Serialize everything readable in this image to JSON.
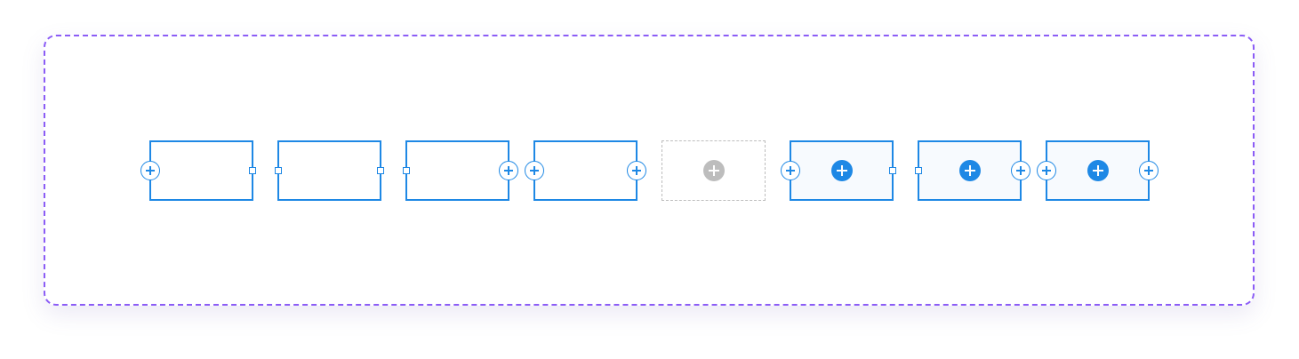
{
  "colors": {
    "frame_border": "#8b5cf6",
    "node_border": "#1e88e5",
    "placeholder_border": "#bdbdbd",
    "center_plus_active": "#1e88e5",
    "center_plus_disabled": "#bdbdbd"
  },
  "nodes": [
    {
      "id": "node-1",
      "left_port": "plus-circle-icon",
      "right_port": "square-handle-icon",
      "center": "none",
      "style": "solid"
    },
    {
      "id": "node-2",
      "left_port": "square-handle-icon",
      "right_port": "square-handle-icon",
      "center": "none",
      "style": "solid"
    },
    {
      "id": "node-3",
      "left_port": "square-handle-icon",
      "right_port": "plus-circle-icon",
      "center": "none",
      "style": "solid"
    },
    {
      "id": "node-4",
      "left_port": "plus-circle-icon",
      "right_port": "plus-circle-icon",
      "center": "none",
      "style": "solid"
    },
    {
      "id": "node-5",
      "left_port": "none",
      "right_port": "none",
      "center": "plus-icon-grey",
      "style": "dashed"
    },
    {
      "id": "node-6",
      "left_port": "plus-circle-icon",
      "right_port": "square-handle-icon",
      "center": "plus-icon-blue",
      "style": "solid"
    },
    {
      "id": "node-7",
      "left_port": "square-handle-icon",
      "right_port": "plus-circle-icon",
      "center": "plus-icon-blue",
      "style": "solid"
    },
    {
      "id": "node-8",
      "left_port": "plus-circle-icon",
      "right_port": "plus-circle-icon",
      "center": "plus-icon-blue",
      "style": "solid"
    }
  ]
}
